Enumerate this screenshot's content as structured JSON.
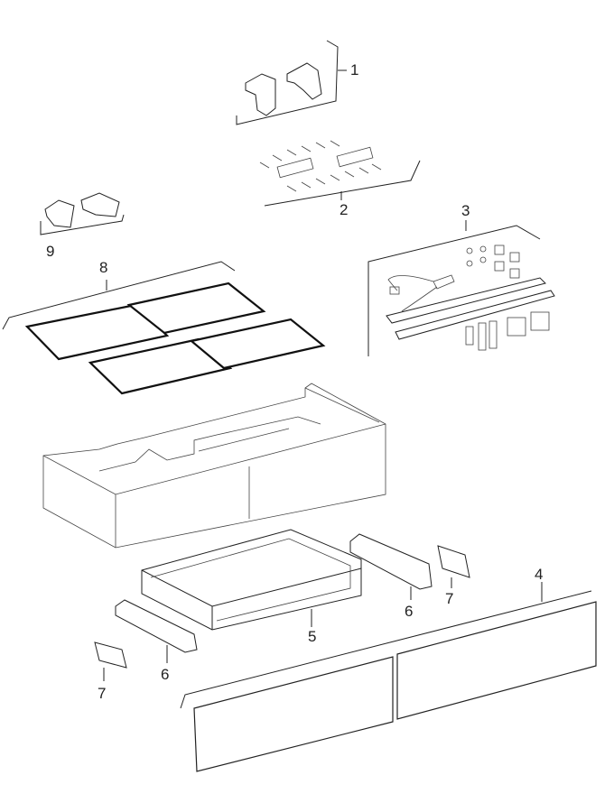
{
  "diagram": {
    "type": "exploded-parts-view",
    "callouts": {
      "c1": "1",
      "c2": "2",
      "c3": "3",
      "c4": "4",
      "c5": "5",
      "c6a": "6",
      "c6b": "6",
      "c7a": "7",
      "c7b": "7",
      "c8": "8",
      "c9": "9"
    }
  }
}
